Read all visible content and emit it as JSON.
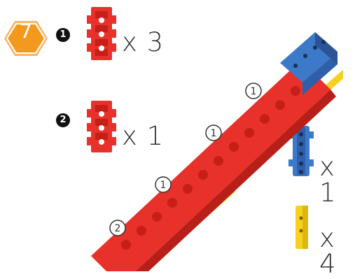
{
  "step": {
    "number": "7",
    "badge_color": "#f39a1e"
  },
  "parts": {
    "group1": {
      "marker": "1",
      "qty": "x 3",
      "color": "#e8312a"
    },
    "group2": {
      "marker": "2",
      "qty": "x 1",
      "color": "#e8312a"
    },
    "blue": {
      "qty": "x 1",
      "color": "#3d79c9"
    },
    "yellow": {
      "qty": "x 4",
      "color": "#f7d11f"
    }
  },
  "assembly_labels": [
    "1",
    "1",
    "1",
    "2"
  ]
}
